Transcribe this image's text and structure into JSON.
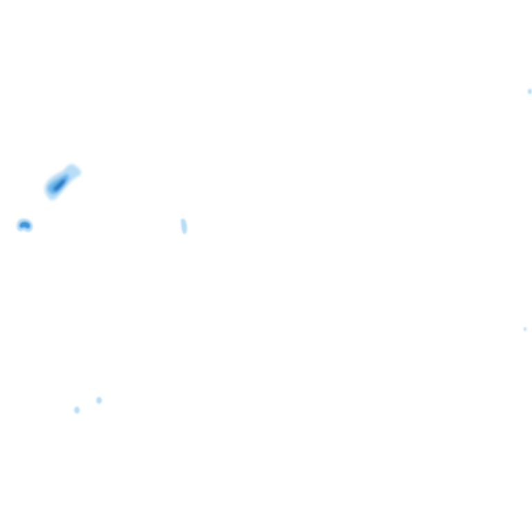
{
  "map": {
    "kind": "precipitation-radar-tile",
    "background": "#ffffff",
    "palette": {
      "light": "#b8ddf7",
      "medium": "#6bb8ec",
      "strong": "#3a98dc",
      "heavy": "#1f77c4"
    },
    "cells": [
      {
        "id": "cell-a",
        "intensity": "heavy"
      },
      {
        "id": "cell-b",
        "intensity": "medium"
      },
      {
        "id": "cell-c",
        "intensity": "light"
      },
      {
        "id": "cell-d",
        "intensity": "light"
      },
      {
        "id": "cell-e",
        "intensity": "light"
      },
      {
        "id": "cell-f",
        "intensity": "light"
      },
      {
        "id": "cell-g",
        "intensity": "light"
      }
    ]
  }
}
